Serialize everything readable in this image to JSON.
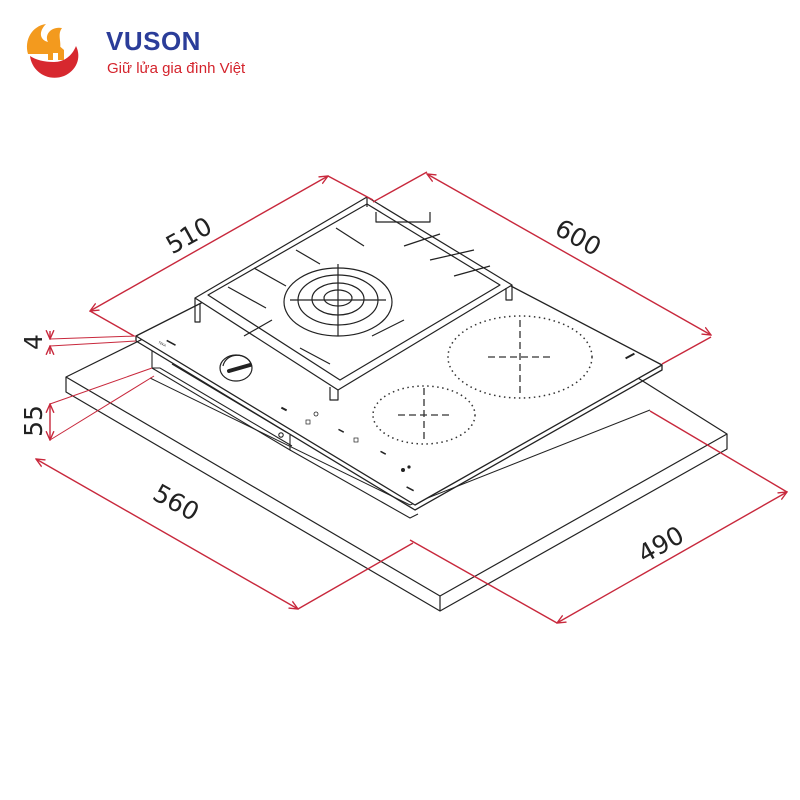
{
  "brand": {
    "name": "VUSON",
    "tagline": "Giữ lửa gia đình Việt",
    "colors": {
      "name": "#2b3d99",
      "tagline": "#d4232c",
      "logo_orange": "#f39a1e",
      "logo_red": "#d7282f"
    }
  },
  "dimensions": {
    "hob_depth": "510",
    "hob_width": "600",
    "cutout_width": "560",
    "cutout_depth": "490",
    "glass_thickness": "4",
    "build_height": "55"
  },
  "panel": {
    "brand_mark": "TEKA",
    "zone_labels": [
      "",
      "",
      ""
    ]
  },
  "colors": {
    "dimension_line": "#c8283c",
    "drawing_line": "#222222",
    "zone_dots": "#333333"
  }
}
